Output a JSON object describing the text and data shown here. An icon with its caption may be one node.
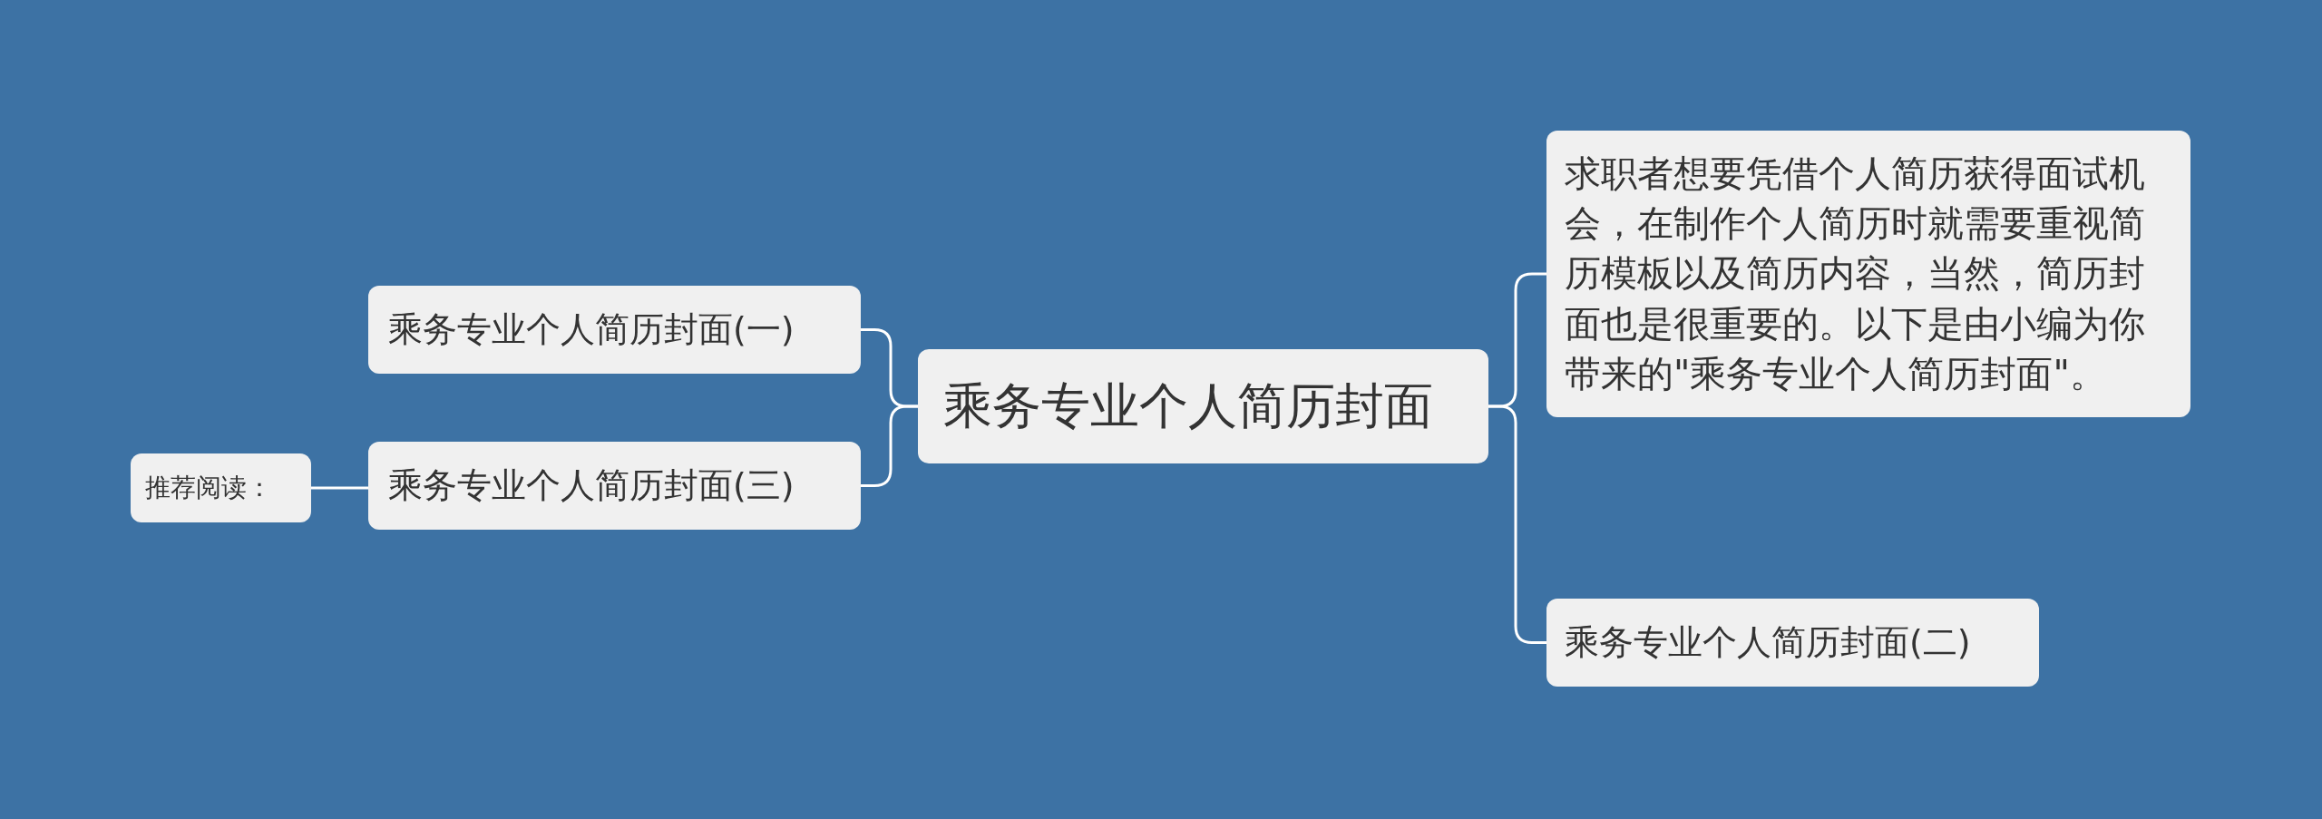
{
  "diagram": {
    "nodes": [
      {
        "text": [
          "乘务专业个人简历封面"
        ]
      },
      {
        "text": [
          "乘务专业个人简历封面(一)"
        ]
      },
      {
        "text": [
          "乘务专业个人简历封面(三)"
        ]
      },
      {
        "text": [
          "推荐阅读："
        ]
      },
      {
        "text": [
          "求职者想要凭借个人简历获得面试机会，在制作个人简历时就需要重视简历模板以及简历内容，当然，简历封面也是很重要的。以下是由小编为你带来的\"乘务专业个人简历封面\"。"
        ]
      },
      {
        "text": [
          "乘务专业个人简历封面(二)"
        ]
      }
    ],
    "edges": [
      {
        "from": 0,
        "to": 1,
        "arrow": "none"
      },
      {
        "from": 0,
        "to": 2,
        "arrow": "none"
      },
      {
        "from": 2,
        "to": 3,
        "arrow": "none"
      },
      {
        "from": 0,
        "to": 4,
        "arrow": "none"
      },
      {
        "from": 0,
        "to": 5,
        "arrow": "none"
      }
    ]
  }
}
